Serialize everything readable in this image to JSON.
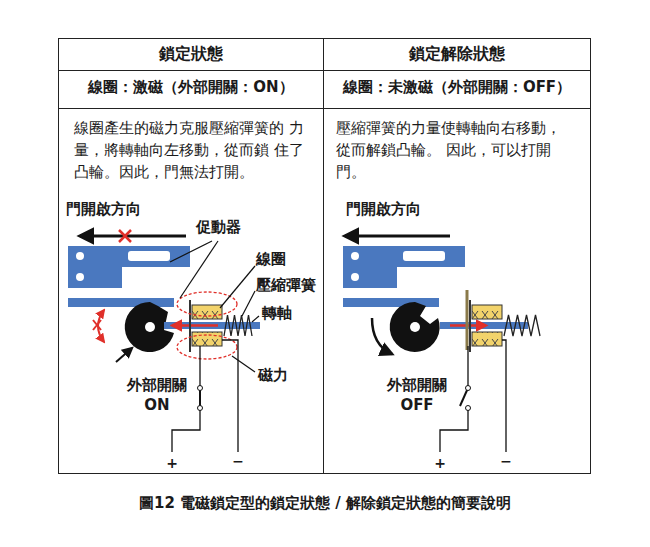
{
  "diagram": {
    "caption": "圖12 電磁鎖定型的鎖定狀態 / 解除鎖定狀態的簡要說明",
    "labels": [
      "鎖定狀態",
      "鎖定解除狀態",
      "線圈：激磁（外部開關：ON）",
      "線圈：未激磁（外部開關：OFF）",
      "線圈產生的磁力克服壓縮彈簧的 力量，將轉軸向左移動，從而鎖 住了凸輪。因此，門無法打開。",
      "壓縮彈簧的力量使轉軸向右移動， 從而解鎖凸輪。 因此，可以打開門。",
      "門開啟方向",
      "促動器",
      "線圈",
      "壓縮彈簧",
      "轉軸",
      "外部開關 ON",
      "磁力",
      "+",
      "−",
      "門開啟方向",
      "外部開關 OFF",
      "+",
      "−"
    ]
  }
}
